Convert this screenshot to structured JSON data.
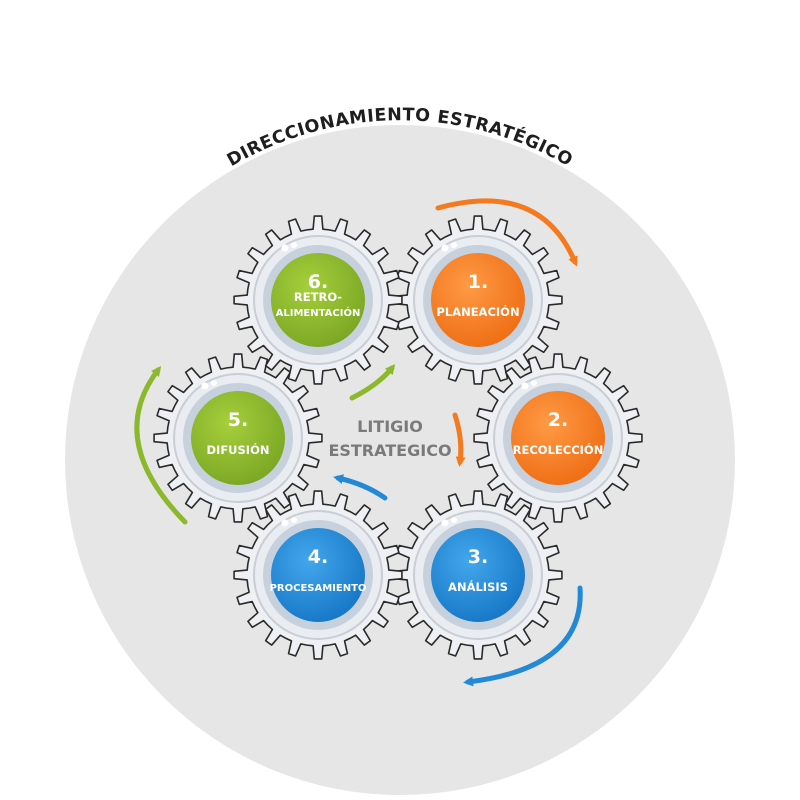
{
  "title": "DIRECCIONAMIENTO ESTRATÉGICO",
  "center": {
    "line1": "LITIGIO",
    "line2": "ESTRATEGICO"
  },
  "colors": {
    "orange": "#f47a20",
    "green": "#8cb82b",
    "blue": "#2389d7",
    "background_circle": "#e6e6e6",
    "gear": "#eef0f3",
    "gear_stroke": "#2a2a2a"
  },
  "steps": [
    {
      "number": "1.",
      "lines": [
        "PLANEACIÓN"
      ],
      "color": "orange"
    },
    {
      "number": "2.",
      "lines": [
        "RECOLECCIÓN"
      ],
      "color": "orange"
    },
    {
      "number": "3.",
      "lines": [
        "ANÁLISIS"
      ],
      "color": "blue"
    },
    {
      "number": "4.",
      "lines": [
        "PROCESAMIENTO"
      ],
      "color": "blue"
    },
    {
      "number": "5.",
      "lines": [
        "DIFUSIÓN"
      ],
      "color": "green"
    },
    {
      "number": "6.",
      "lines": [
        "RETRO-",
        "ALIMENTACIÓN"
      ],
      "color": "green"
    }
  ]
}
